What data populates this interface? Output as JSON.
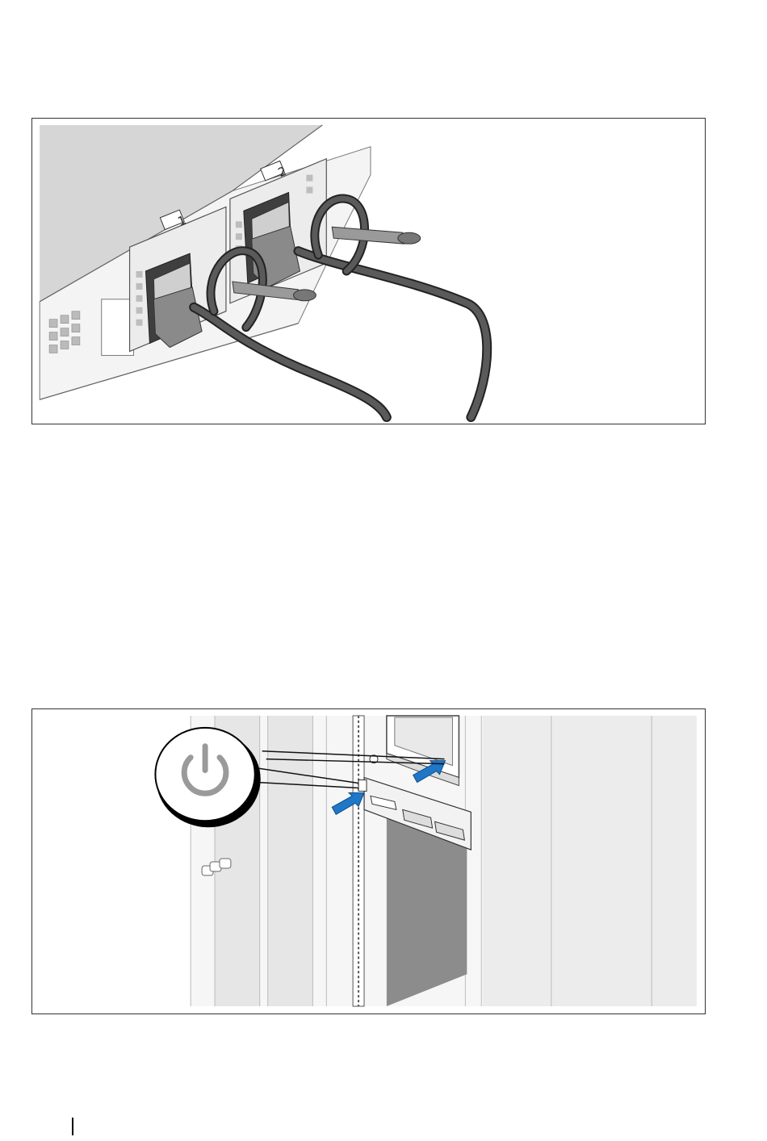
{
  "figures": [
    {
      "id": "power-cable-connection",
      "psu_labels": [
        "1",
        "2"
      ],
      "icons": [
        "power-plug-icon",
        "power-cord-icon",
        "velcro-strap-icon"
      ]
    },
    {
      "id": "power-on-system",
      "icons": [
        "power-button-icon",
        "blue-arrow-icon",
        "monitor-icon",
        "rack-server-icon"
      ]
    }
  ],
  "colors": {
    "border": "#333333",
    "panel_gray": "#d9d9d9",
    "cable_dark": "#4a4a4a",
    "arrow_blue": "#1f77c8",
    "power_icon_gray": "#9a9a9a"
  }
}
